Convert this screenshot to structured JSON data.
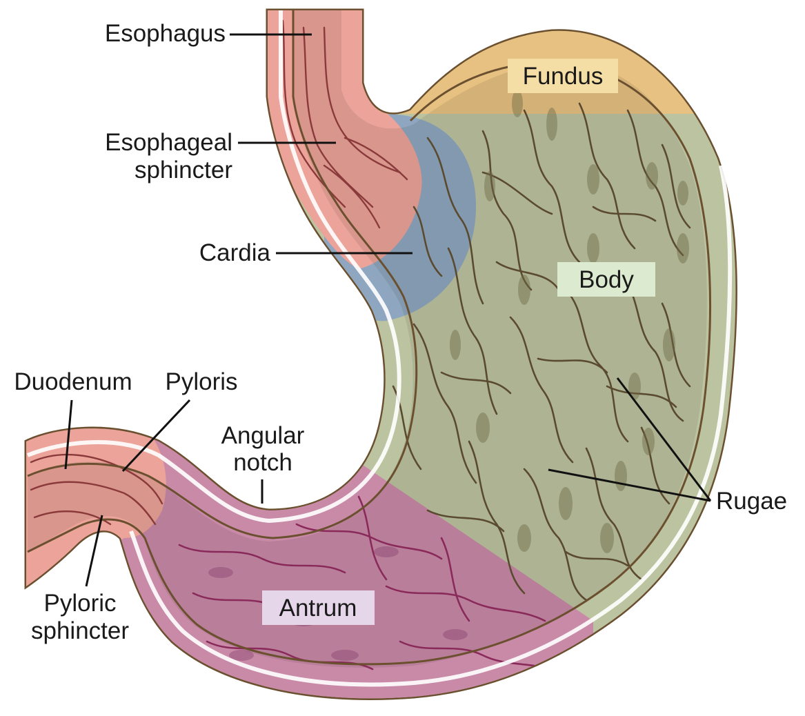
{
  "labels": {
    "esophagus": "Esophagus",
    "esophageal_sphincter_1": "Esophageal",
    "esophageal_sphincter_2": "sphincter",
    "cardia": "Cardia",
    "fundus": "Fundus",
    "body": "Body",
    "duodenum": "Duodenum",
    "pyloris": "Pyloris",
    "angular_notch_1": "Angular",
    "angular_notch_2": "notch",
    "rugae": "Rugae",
    "antrum": "Antrum",
    "pyloric_sphincter_1": "Pyloric",
    "pyloric_sphincter_2": "sphincter"
  },
  "colors": {
    "esophagus": "#eba39a",
    "fundus": "#e6c182",
    "cardia": "#8ea6bf",
    "body": "#bcc3a0",
    "antrum": "#c98aa8",
    "duodenum": "#eba39a",
    "body_label_box": "#dcebcf",
    "fundus_label_box": "#f5dea6",
    "antrum_label_box": "#e6d6ea"
  }
}
